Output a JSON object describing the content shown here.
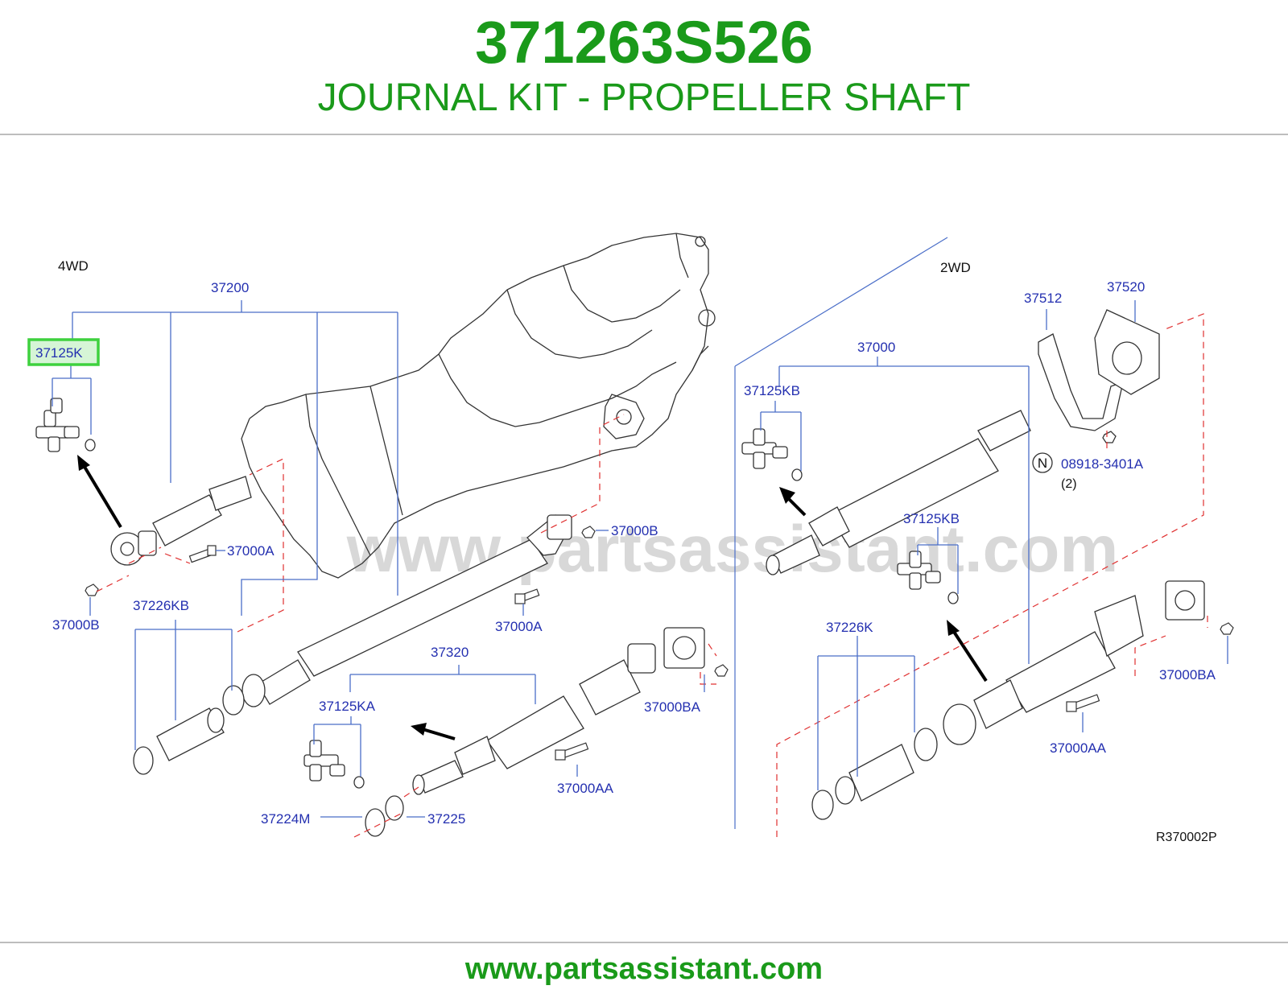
{
  "header": {
    "part_number": "371263S526",
    "description": "JOURNAL KIT - PROPELLER SHAFT"
  },
  "diagram": {
    "section_4wd": "4WD",
    "section_2wd": "2WD",
    "labels": {
      "p37200": "37200",
      "p37125K": "37125K",
      "p37000A_1": "37000A",
      "p37000B_1": "37000B",
      "p37226KB": "37226KB",
      "p37000B_2": "37000B",
      "p37000A_2": "37000A",
      "p37320": "37320",
      "p37125KA": "37125KA",
      "p37000BA_1": "37000BA",
      "p37000AA_1": "37000AA",
      "p37224M": "37224M",
      "p37225": "37225",
      "p37000": "37000",
      "p37125KB_1": "37125KB",
      "p37512": "37512",
      "p37520": "37520",
      "p08918": "08918-3401A",
      "p_qty": "(2)",
      "p_n": "N",
      "p37125KB_2": "37125KB",
      "p37226K": "37226K",
      "p37000BA_2": "37000BA",
      "p37000AA_2": "37000AA",
      "ref": "R370002P"
    },
    "watermark": "www.partsassistant.com"
  },
  "footer": {
    "url": "www.partsassistant.com"
  },
  "colors": {
    "brand_green": "#1a9a1a",
    "label_blue": "#2430b0",
    "leader_blue": "#4a6ec8",
    "dash_red": "#e03030",
    "highlight_green": "#3ed13e"
  }
}
